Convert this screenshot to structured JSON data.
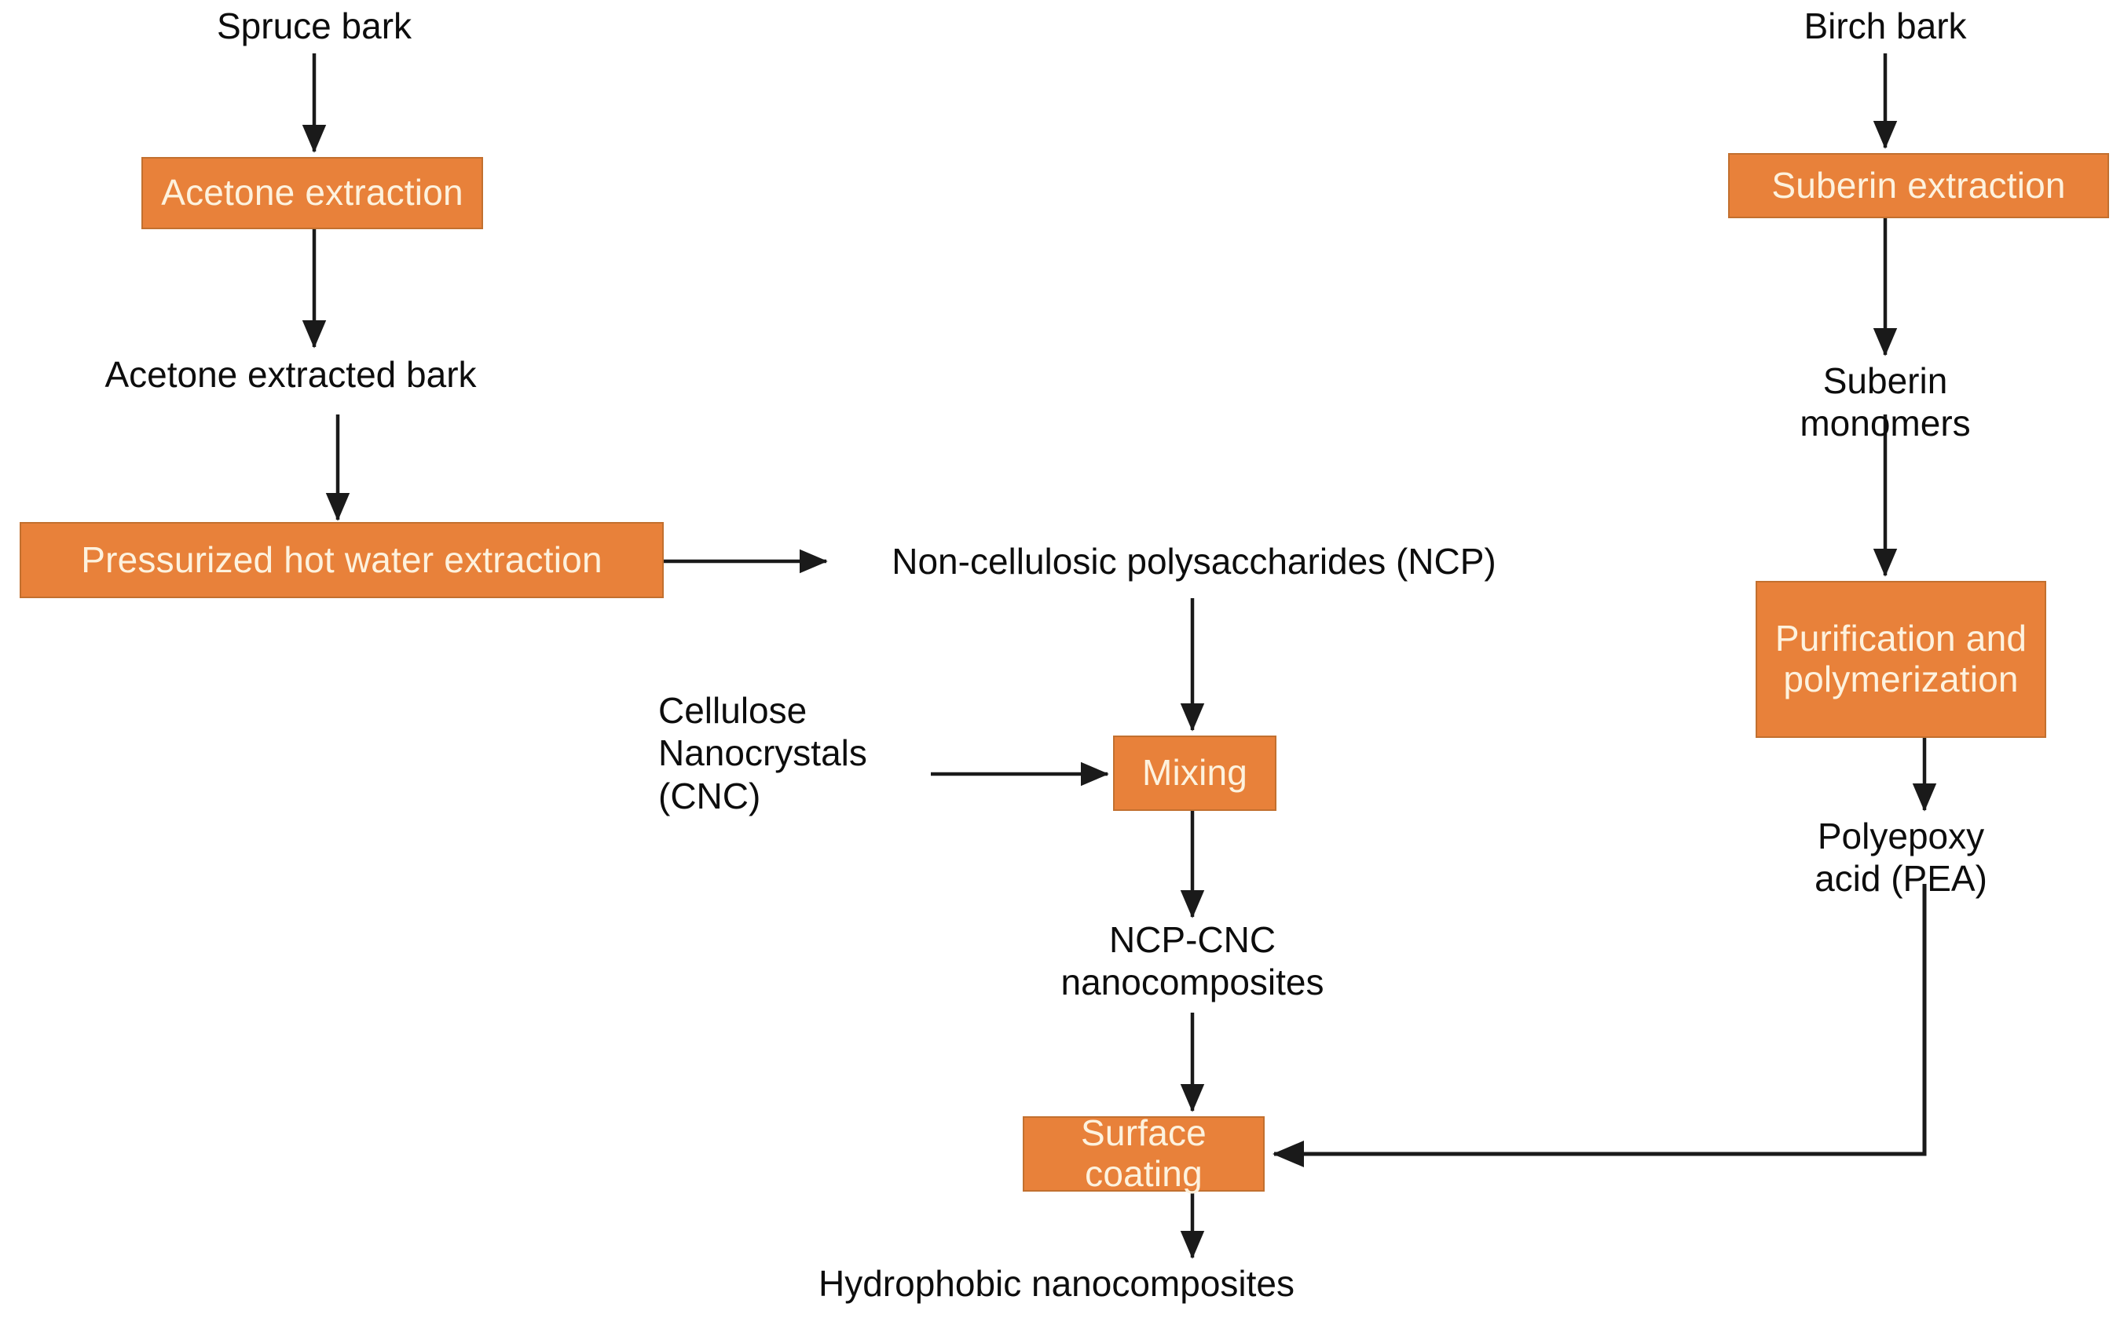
{
  "diagram": {
    "title": "Bark valorization process flowchart",
    "colors": {
      "process_fill": "#E8813A",
      "process_border": "#C2702F",
      "process_text": "#FDF2DE",
      "label_text": "#0D0D0D",
      "arrow": "#1A1A1A",
      "background": "#FFFFFF"
    },
    "nodes": {
      "spruce_bark": "Spruce bark",
      "acetone_extraction": "Acetone extraction",
      "acetone_extracted_bark": "Acetone extracted bark",
      "pressurized_hot_water_extraction": "Pressurized hot water extraction",
      "non_cellulosic_polysaccharides": "Non-cellulosic polysaccharides (NCP)",
      "cellulose_nanocrystals": "Cellulose\nNanocrystals\n(CNC)",
      "mixing": "Mixing",
      "ncp_cnc_nanocomposites": "NCP-CNC\nnanocomposites",
      "surface_coating": "Surface coating",
      "hydrophobic_nanocomposites": "Hydrophobic nanocomposites",
      "birch_bark": "Birch bark",
      "suberin_extraction": "Suberin extraction",
      "suberin_monomers": "Suberin monomers",
      "purification_and_polymerization": "Purification and\npolymerization",
      "polyepoxy_acid": "Polyepoxy acid (PEA)"
    },
    "edges": [
      {
        "id": "edge-spruce-to-acetone",
        "from": "spruce_bark",
        "to": "acetone_extraction",
        "kind": "straight-down"
      },
      {
        "id": "edge-acetone-to-extracted-bark",
        "from": "acetone_extraction",
        "to": "acetone_extracted_bark",
        "kind": "straight-down"
      },
      {
        "id": "edge-extracted-bark-to-phwe",
        "from": "acetone_extracted_bark",
        "to": "pressurized_hot_water_extraction",
        "kind": "straight-down"
      },
      {
        "id": "edge-phwe-to-ncp",
        "from": "pressurized_hot_water_extraction",
        "to": "non_cellulosic_polysaccharides",
        "kind": "straight-right"
      },
      {
        "id": "edge-ncp-to-mixing",
        "from": "non_cellulosic_polysaccharides",
        "to": "mixing",
        "kind": "straight-down"
      },
      {
        "id": "edge-cnc-to-mixing",
        "from": "cellulose_nanocrystals",
        "to": "mixing",
        "kind": "straight-right"
      },
      {
        "id": "edge-mixing-to-nanocomposites",
        "from": "mixing",
        "to": "ncp_cnc_nanocomposites",
        "kind": "straight-down"
      },
      {
        "id": "edge-nanocomposites-to-surface-coating",
        "from": "ncp_cnc_nanocomposites",
        "to": "surface_coating",
        "kind": "straight-down"
      },
      {
        "id": "edge-surface-coating-to-hydrophobic",
        "from": "surface_coating",
        "to": "hydrophobic_nanocomposites",
        "kind": "straight-down"
      },
      {
        "id": "edge-birch-to-suberin-extraction",
        "from": "birch_bark",
        "to": "suberin_extraction",
        "kind": "straight-down"
      },
      {
        "id": "edge-suberin-extraction-to-monomers",
        "from": "suberin_extraction",
        "to": "suberin_monomers",
        "kind": "straight-down"
      },
      {
        "id": "edge-monomers-to-purification",
        "from": "suberin_monomers",
        "to": "purification_and_polymerization",
        "kind": "straight-down"
      },
      {
        "id": "edge-purification-to-pea",
        "from": "purification_and_polymerization",
        "to": "polyepoxy_acid",
        "kind": "straight-down"
      },
      {
        "id": "edge-pea-to-surface-coating",
        "from": "polyepoxy_acid",
        "to": "surface_coating",
        "kind": "elbow-down-left"
      }
    ]
  }
}
